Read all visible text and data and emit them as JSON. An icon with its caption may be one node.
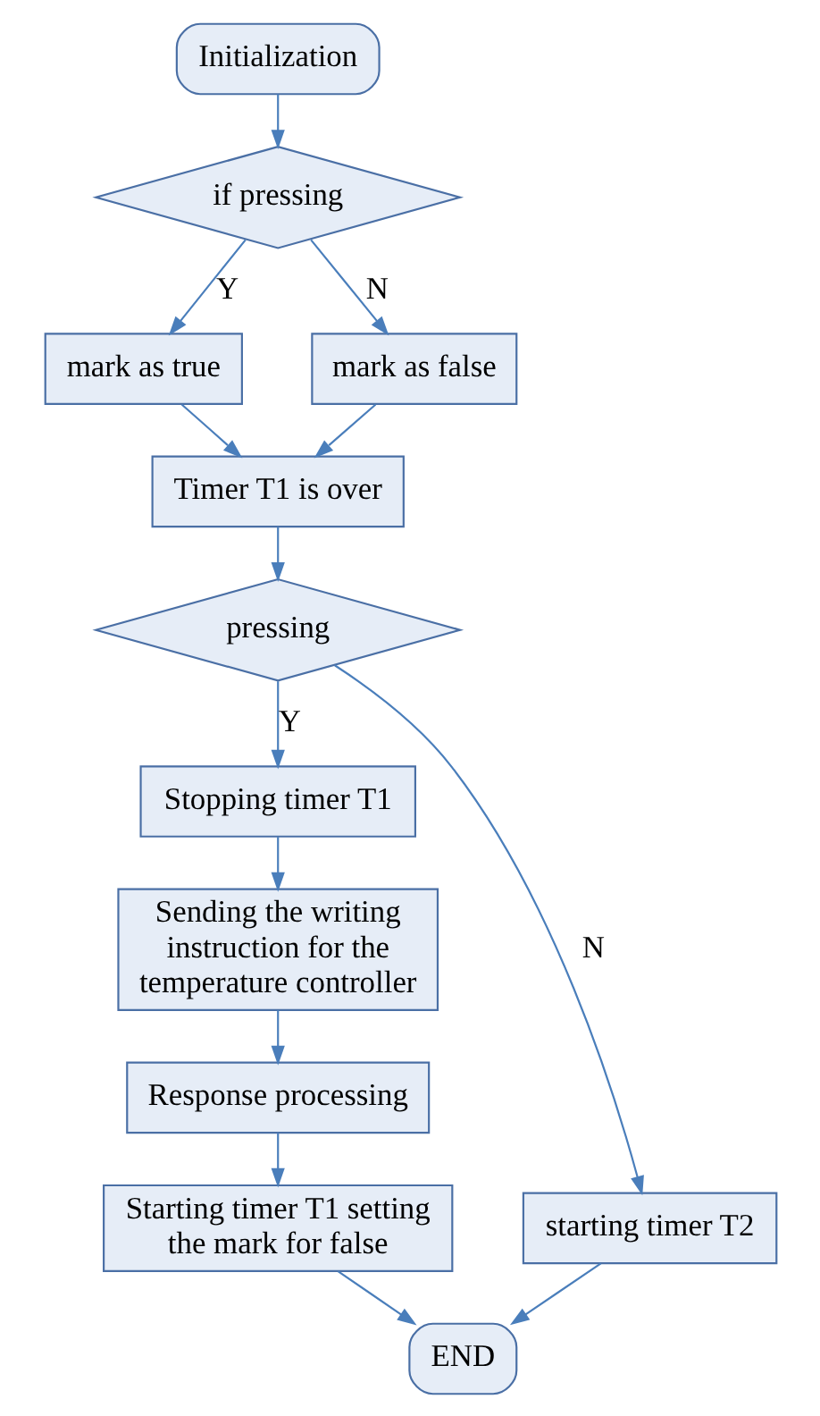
{
  "diagram": {
    "nodes": [
      {
        "text": [
          "Initialization"
        ]
      },
      {
        "text": [
          "if pressing"
        ]
      },
      {
        "text": [
          "mark as true"
        ]
      },
      {
        "text": [
          "mark as false"
        ]
      },
      {
        "text": [
          "Timer T1 is over"
        ]
      },
      {
        "text": [
          "pressing"
        ]
      },
      {
        "text": [
          "Stopping timer T1"
        ]
      },
      {
        "text": [
          "Sending the writing instruction for the temperature controller"
        ]
      },
      {
        "text": [
          "Response processing"
        ]
      },
      {
        "text": [
          "Starting timer T1 setting the mark for false"
        ]
      },
      {
        "text": [
          "starting timer T2"
        ]
      },
      {
        "text": [
          "END"
        ]
      }
    ],
    "edges": [
      {
        "from": 0,
        "to": 1,
        "arrow": "to"
      },
      {
        "from": 1,
        "to": 2,
        "arrow": "to",
        "label": "Y"
      },
      {
        "from": 1,
        "to": 3,
        "arrow": "to",
        "label": "N"
      },
      {
        "from": 2,
        "to": 4,
        "arrow": "to"
      },
      {
        "from": 3,
        "to": 4,
        "arrow": "to"
      },
      {
        "from": 4,
        "to": 5,
        "arrow": "to"
      },
      {
        "from": 5,
        "to": 6,
        "arrow": "to",
        "label": "Y"
      },
      {
        "from": 5,
        "to": 10,
        "arrow": "to",
        "label": "N"
      },
      {
        "from": 6,
        "to": 7,
        "arrow": "to"
      },
      {
        "from": 7,
        "to": 8,
        "arrow": "to"
      },
      {
        "from": 8,
        "to": 9,
        "arrow": "to"
      },
      {
        "from": 9,
        "to": 11,
        "arrow": "to"
      },
      {
        "from": 10,
        "to": 11,
        "arrow": "to"
      }
    ]
  }
}
